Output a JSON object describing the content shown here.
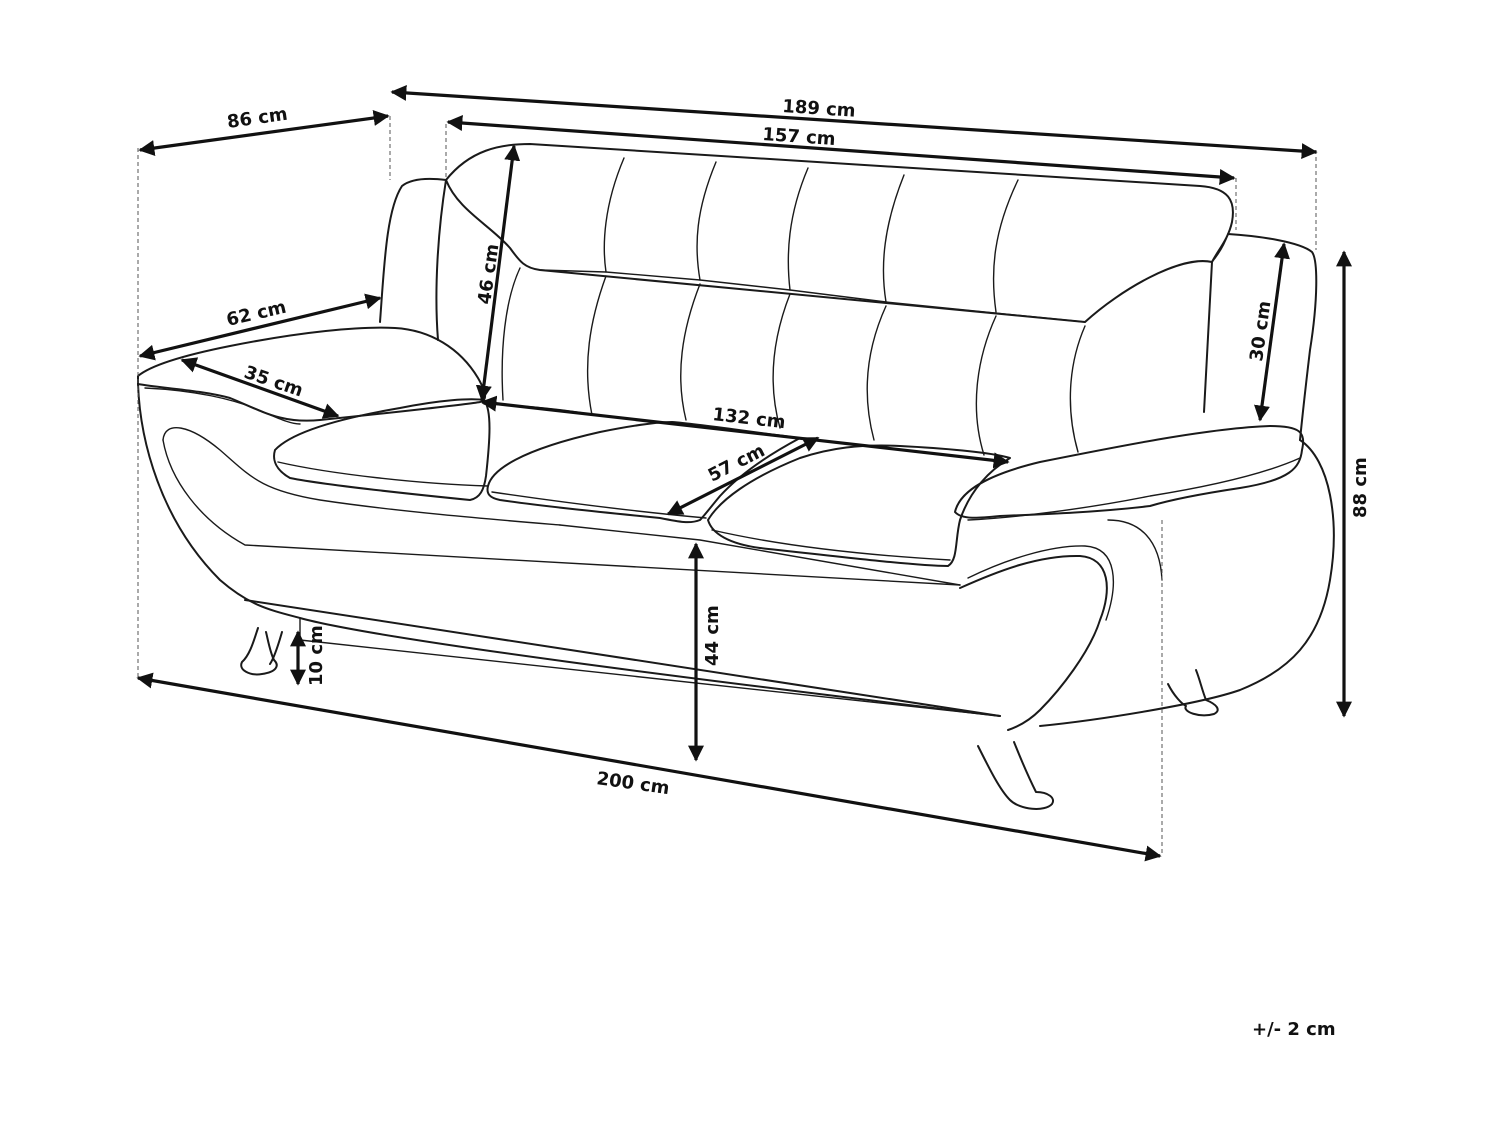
{
  "dimensions": {
    "overall_length": "189 cm",
    "backrest_length": "157 cm",
    "overall_depth": "86 cm",
    "seat_depth_total": "62 cm",
    "armrest_width": "35 cm",
    "backrest_height": "46 cm",
    "armrest_height": "30 cm",
    "overall_height": "88 cm",
    "seat_width": "132 cm",
    "cushion_depth": "57 cm",
    "seat_height": "44 cm",
    "leg_height": "10 cm",
    "total_width": "200 cm"
  },
  "tolerance": "+/- 2 cm"
}
